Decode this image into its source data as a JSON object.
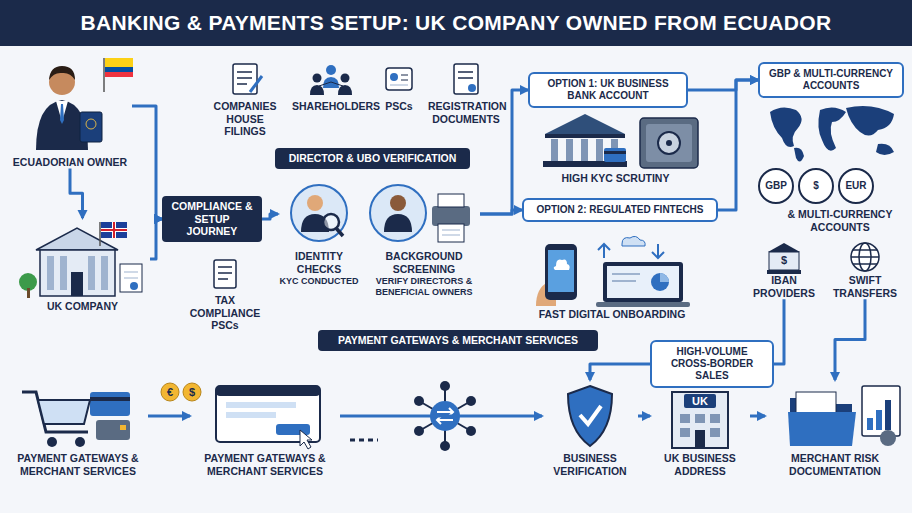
{
  "diagram": {
    "title": "BANKING & PAYMENTS SETUP: UK COMPANY OWNED FROM ECUADOR",
    "nodes": [
      {
        "text": [
          "ECUADORIAN OWNER"
        ]
      },
      {
        "text": [
          "UK COMPANY"
        ]
      },
      {
        "text": [
          "COMPANIES HOUSE FILINGS"
        ]
      },
      {
        "text": [
          "SHAREHOLDERS"
        ]
      },
      {
        "text": [
          "PSCs"
        ]
      },
      {
        "text": [
          "REGISTRATION DOCUMENTS"
        ]
      },
      {
        "text": [
          "COMPLIANCE & SETUP JOURNEY"
        ]
      },
      {
        "text": [
          "TAX COMPLIANCE PSCs"
        ]
      },
      {
        "text": [
          "DIRECTOR & UBO VERIFICATION"
        ]
      },
      {
        "text": [
          "IDENTITY CHECKS",
          "KYC CONDUCTED"
        ]
      },
      {
        "text": [
          "BACKGROUND SCREENING",
          "VERIFY DIRECTORS & BENEFICIAL OWNERS"
        ]
      },
      {
        "text": [
          "OPTION 1: UK BUSINESS BANK ACCOUNT"
        ]
      },
      {
        "text": [
          "HIGH KYC SCRUTINY"
        ]
      },
      {
        "text": [
          "OPTION 2: REGULATED FINTECHS"
        ]
      },
      {
        "text": [
          "FAST DIGITAL ONBOARDING"
        ]
      },
      {
        "text": [
          "GBP & MULTI-CURRENCY ACCOUNTS"
        ]
      },
      {
        "text": [
          "GBP"
        ]
      },
      {
        "text": [
          "$"
        ]
      },
      {
        "text": [
          "EUR"
        ]
      },
      {
        "text": [
          "& MULTI-CURRENCY ACCOUNTS"
        ]
      },
      {
        "text": [
          "IBAN PROVIDERS"
        ]
      },
      {
        "text": [
          "SWIFT TRANSFERS"
        ]
      },
      {
        "text": [
          "PAYMENT GATEWAYS & MERCHANT SERVICES"
        ]
      },
      {
        "text": [
          "HIGH-VOLUME CROSS-BORDER SALES"
        ]
      },
      {
        "text": [
          "PAYMENT GATEWAYS & MERCHANT SERVICES"
        ]
      },
      {
        "text": [
          "PAYMENT GATEWAYS & MERCHANT SERVICES"
        ]
      },
      {
        "text": [
          "BUSINESS VERIFICATION"
        ]
      },
      {
        "text": [
          "UK BUSINESS ADDRESS"
        ]
      },
      {
        "text": [
          "MERCHANT RISK DOCUMENTATION"
        ]
      }
    ],
    "edges": [
      {
        "from": 0,
        "to": 1,
        "arrow": "to"
      },
      {
        "from": 0,
        "to": 6,
        "arrow": "to"
      },
      {
        "from": 1,
        "to": 6,
        "arrow": "to"
      },
      {
        "from": 6,
        "to": 9,
        "arrow": "to"
      },
      {
        "from": 10,
        "to": 11,
        "arrow": "to"
      },
      {
        "from": 10,
        "to": 13,
        "arrow": "to"
      },
      {
        "from": 11,
        "to": 15,
        "arrow": "to"
      },
      {
        "from": 13,
        "to": 15,
        "arrow": "to"
      },
      {
        "from": 20,
        "to": 23,
        "arrow": "none"
      },
      {
        "from": 23,
        "to": 26,
        "arrow": "to"
      },
      {
        "from": 21,
        "to": 28,
        "arrow": "to"
      },
      {
        "from": 24,
        "to": 25,
        "arrow": "to"
      },
      {
        "from": 25,
        "to": 26,
        "arrow": "to"
      },
      {
        "from": 26,
        "to": 27,
        "arrow": "to"
      },
      {
        "from": 27,
        "to": 28,
        "arrow": "to"
      }
    ],
    "labels": [
      "€",
      "$",
      "$",
      "UK"
    ]
  }
}
